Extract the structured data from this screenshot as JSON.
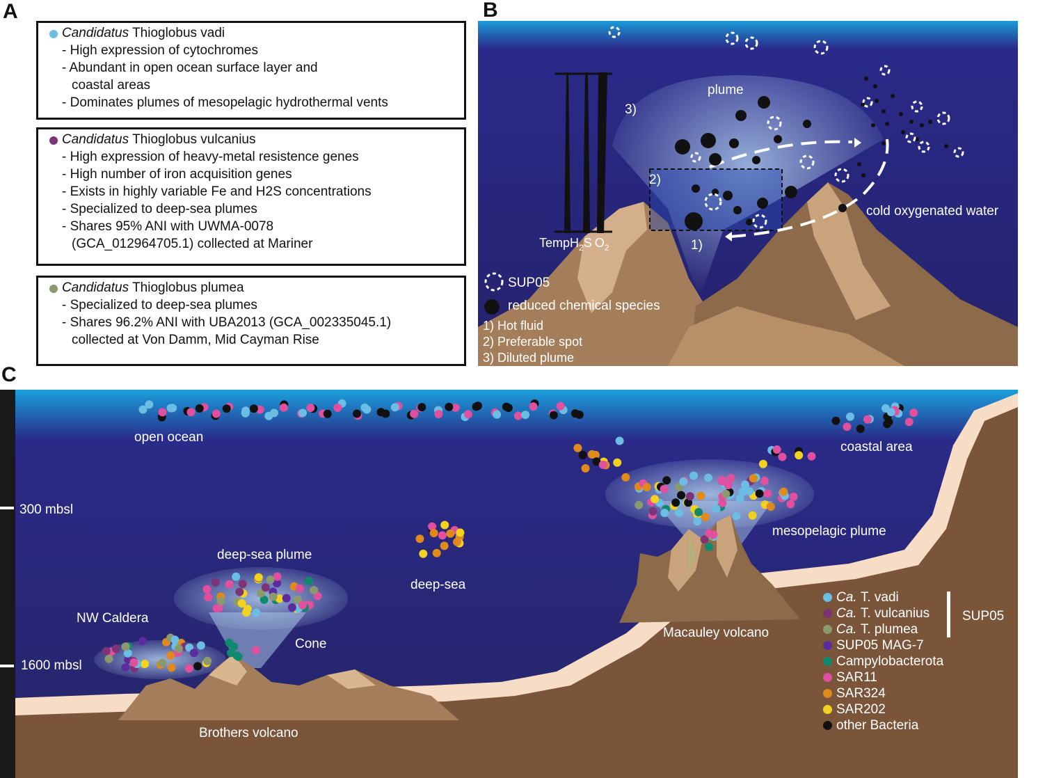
{
  "panels": {
    "a": "A",
    "b": "B",
    "c": "C"
  },
  "panel_a": {
    "boxes": [
      {
        "color": "#6bbde3",
        "genus": "Candidatus",
        "species": "Thioglobus vadi",
        "lines": [
          "- High expression of cytochromes",
          "- Abundant in open ocean surface layer and",
          "coastal areas",
          "- Dominates plumes of mesopelagic hydrothermal vents"
        ]
      },
      {
        "color": "#7d3476",
        "genus": "Candidatus",
        "species": "Thioglobus vulcanius",
        "lines": [
          "- High expression of heavy-metal resistence genes",
          "- High number of iron acquisition genes",
          "- Exists in highly variable Fe and H2S concentrations",
          "- Specialized to deep-sea plumes",
          "- Shares 95% ANI with UWMA-0078",
          "(GCA_012964705.1) collected at Mariner"
        ]
      },
      {
        "color": "#8a9a6e",
        "genus": "Candidatus",
        "species": "Thioglobus plumea",
        "lines": [
          "- Specialized to deep-sea plumes",
          "- Shares 96.2% ANI with UBA2013 (GCA_002335045.1)",
          "collected at Von Damm, Mid Cayman Rise"
        ]
      }
    ]
  },
  "panel_b": {
    "plume": "plume",
    "cold_water": "cold oxygenated water",
    "n1": "1)",
    "n2": "2)",
    "n3": "3)",
    "temp": "Temp",
    "h2s": "H",
    "h2s_sub": "2",
    "h2s_s": "S",
    "o2": "O",
    "o2_sub": "2",
    "legend": {
      "sup05": "SUP05",
      "reduced": "reduced chemical species",
      "l1": "1) Hot fluid",
      "l2": "2) Preferable spot",
      "l3": "3) Diluted plume"
    }
  },
  "panel_c": {
    "open_ocean": "open ocean",
    "coastal": "coastal area",
    "depth_300": "300 mbsl",
    "depth_1600": "1600 mbsl",
    "deep_sea": "deep-sea",
    "deep_sea_plume": "deep-sea plume",
    "nw_caldera": "NW Caldera",
    "cone": "Cone",
    "brothers": "Brothers volcano",
    "mesopelagic": "mesopelagic plume",
    "macauley": "Macauley volcano",
    "legend": [
      {
        "label": "T. vadi",
        "prefix": "Ca.",
        "color": "#6bbde3"
      },
      {
        "label": "T. vulcanius",
        "prefix": "Ca.",
        "color": "#7d3476"
      },
      {
        "label": "T. plumea",
        "prefix": "Ca.",
        "color": "#8a9a6e"
      },
      {
        "label": "SUP05 MAG-7",
        "prefix": "",
        "color": "#5a2ca0"
      },
      {
        "label": "Campylobacterota",
        "prefix": "",
        "color": "#0f8a6e"
      },
      {
        "label": "SAR11",
        "prefix": "",
        "color": "#e0509e"
      },
      {
        "label": "SAR324",
        "prefix": "",
        "color": "#e08a1e"
      },
      {
        "label": "SAR202",
        "prefix": "",
        "color": "#f2d21e"
      },
      {
        "label": "other Bacteria",
        "prefix": "",
        "color": "#111111"
      }
    ],
    "sup05_group": "SUP05"
  }
}
